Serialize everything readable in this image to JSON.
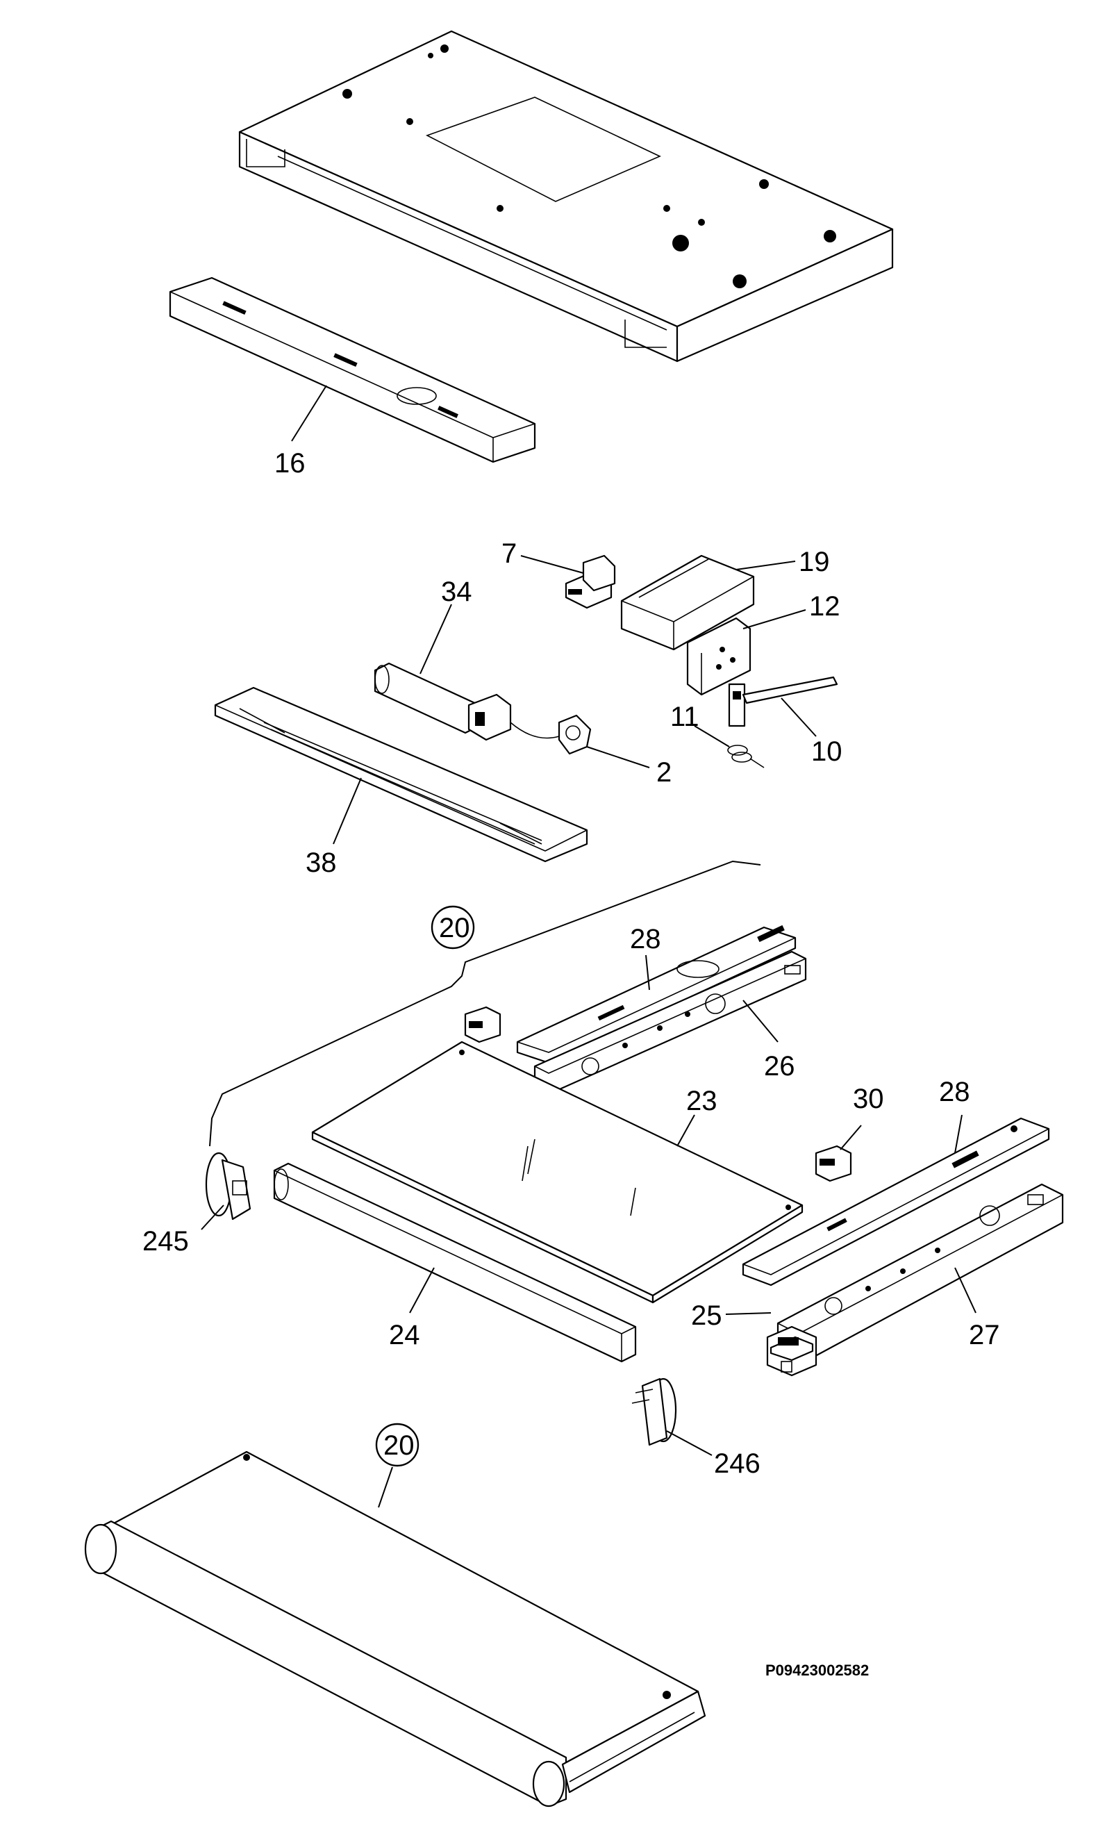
{
  "labels": {
    "l16": "16",
    "l7": "7",
    "l19": "19",
    "l34": "34",
    "l12": "12",
    "l11": "11",
    "l10": "10",
    "l2": "2",
    "l38": "38",
    "l20a": "20",
    "l28a": "28",
    "l26": "26",
    "l23": "23",
    "l30": "30",
    "l28b": "28",
    "l245": "245",
    "l24": "24",
    "l25": "25",
    "l27": "27",
    "l246": "246",
    "l20b": "20"
  },
  "reference_code": "P09423002582"
}
